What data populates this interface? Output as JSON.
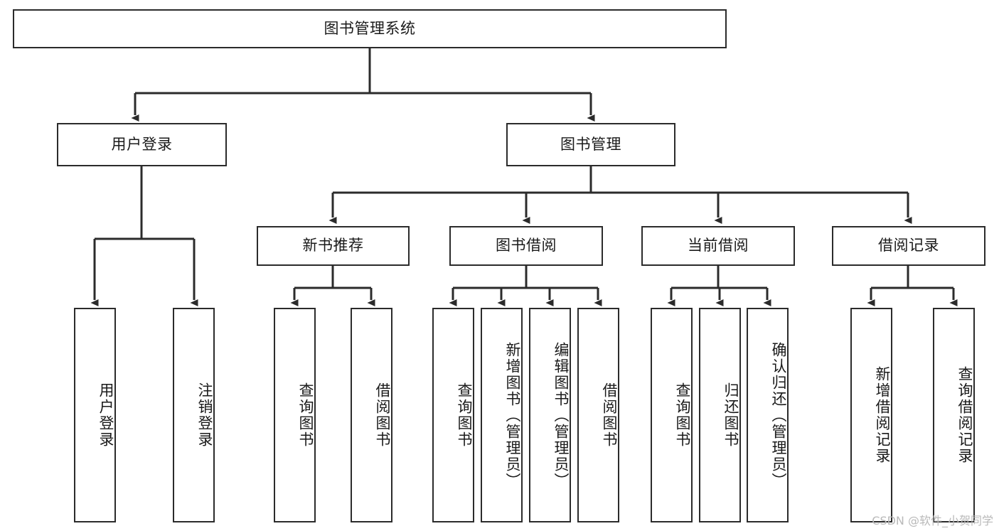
{
  "diagram": {
    "type": "tree-hierarchy",
    "title": "图书管理系统",
    "root": {
      "id": "root",
      "label": "图书管理系统"
    },
    "level2": [
      {
        "id": "user-login",
        "label": "用户登录"
      },
      {
        "id": "book-manage",
        "label": "图书管理"
      }
    ],
    "level3": [
      {
        "id": "new-book-rec",
        "label": "新书推荐"
      },
      {
        "id": "book-borrow",
        "label": "图书借阅"
      },
      {
        "id": "current-borrow",
        "label": "当前借阅"
      },
      {
        "id": "borrow-record",
        "label": "借阅记录"
      }
    ],
    "leaves": {
      "user_login": [
        {
          "id": "leaf-user-login",
          "label": "用户登录"
        },
        {
          "id": "leaf-logout",
          "label": "注销登录"
        }
      ],
      "new_book_rec": [
        {
          "id": "leaf-query-book-1",
          "label": "查询图书"
        },
        {
          "id": "leaf-borrow-book-1",
          "label": "借阅图书"
        }
      ],
      "book_borrow": [
        {
          "id": "leaf-query-book-2",
          "label": "查询图书"
        },
        {
          "id": "leaf-add-book",
          "label": "新增图书（管理员）"
        },
        {
          "id": "leaf-edit-book",
          "label": "编辑图书（管理员）"
        },
        {
          "id": "leaf-borrow-book-2",
          "label": "借阅图书"
        }
      ],
      "current_borrow": [
        {
          "id": "leaf-query-book-3",
          "label": "查询图书"
        },
        {
          "id": "leaf-return-book",
          "label": "归还图书"
        },
        {
          "id": "leaf-confirm-return",
          "label": "确认归还（管理员）"
        }
      ],
      "borrow_record": [
        {
          "id": "leaf-add-record",
          "label": "新增借阅记录"
        },
        {
          "id": "leaf-query-record",
          "label": "查询借阅记录"
        }
      ]
    },
    "colors": {
      "border": "#2b2b2b",
      "background": "#ffffff",
      "text": "#1a1a1a",
      "watermark": "#b9b9b9"
    }
  },
  "watermark": {
    "text": "CSDN @软件_小贺同学"
  }
}
